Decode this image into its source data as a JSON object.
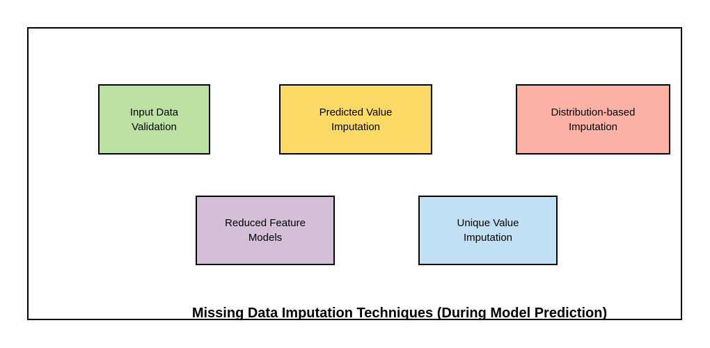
{
  "diagram": {
    "title": "Missing Data Imputation Techniques (During Model Prediction)",
    "frame_border_color": "#000000",
    "background_color": "#ffffff",
    "boxes": [
      {
        "id": "input-data-validation",
        "label": "Input Data\nValidation",
        "fill": "#bce2a3"
      },
      {
        "id": "predicted-value-imputation",
        "label": "Predicted Value\nImputation",
        "fill": "#fdd965"
      },
      {
        "id": "distribution-based-imputation",
        "label": "Distribution-based\nImputation",
        "fill": "#fdb2a5"
      },
      {
        "id": "reduced-feature-models",
        "label": "Reduced Feature\nModels",
        "fill": "#d3bfd7"
      },
      {
        "id": "unique-value-imputation",
        "label": "Unique Value\nImputation",
        "fill": "#c2e0f4"
      }
    ]
  }
}
